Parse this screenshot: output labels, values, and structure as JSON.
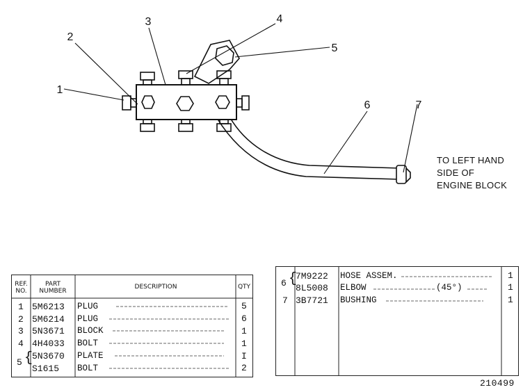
{
  "callouts": [
    "1",
    "2",
    "3",
    "4",
    "5",
    "6",
    "7"
  ],
  "note": [
    "TO LEFT HAND",
    "SIDE OF",
    "ENGINE BLOCK"
  ],
  "table_left": {
    "headers": {
      "ref": "REF. NO.",
      "part": "PART NUMBER",
      "desc": "DESCRIPTION",
      "qty": "QTY"
    },
    "rows": [
      {
        "ref": "1",
        "part": "5M6213",
        "desc": "PLUG",
        "qty": "5"
      },
      {
        "ref": "2",
        "part": "5M6214",
        "desc": "PLUG",
        "qty": "6"
      },
      {
        "ref": "3",
        "part": "5N3671",
        "desc": "BLOCK",
        "qty": "1"
      },
      {
        "ref": "4",
        "part": "4H4033",
        "desc": "BOLT",
        "qty": "1"
      },
      {
        "ref": "5",
        "part": "5N3670",
        "desc": "PLATE",
        "qty": "I"
      },
      {
        "ref": "",
        "part": "S1615",
        "desc": "BOLT",
        "qty": "2"
      }
    ]
  },
  "table_right": {
    "rows": [
      {
        "ref": "6",
        "part": "7M9222",
        "desc": "HOSE ASSEM.",
        "qty": "1"
      },
      {
        "ref": "",
        "part": "8L5008",
        "desc": "ELBOW",
        "extra": "(45°)",
        "qty": "1"
      },
      {
        "ref": "7",
        "part": "3B7721",
        "desc": "BUSHING",
        "qty": "1"
      }
    ]
  },
  "figure_number": "210499"
}
